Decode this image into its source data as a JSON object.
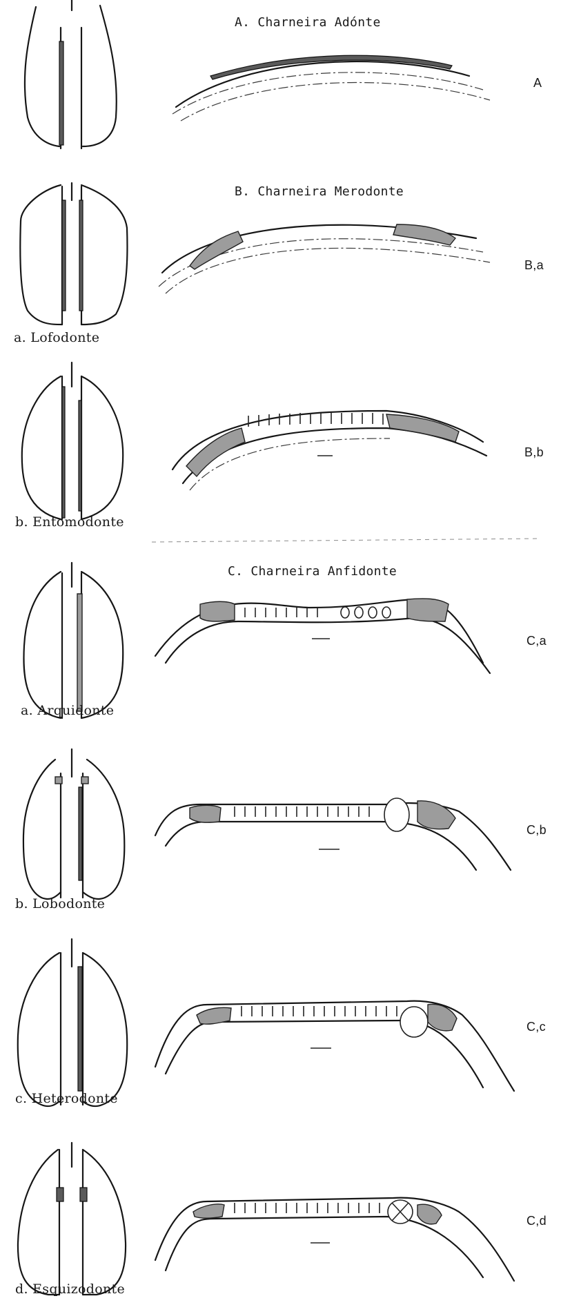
{
  "section_headers": {
    "A": "A. Charneira Adónte",
    "B": "B. Charneira Merodonte",
    "C": "C. Charneira Anfidonte"
  },
  "right_labels": [
    "A",
    "B,a",
    "B,b",
    "C,a",
    "C,b",
    "C,c",
    "C,d"
  ],
  "shell_captions": [
    "a. Lofodonte",
    "b. Entomodonte",
    "a. Arquidonte",
    "b. Lobodonte",
    "c. Heterodonte",
    "d. Esquizodonte"
  ],
  "colors": {
    "ink": "#161616",
    "paper": "#ffffff",
    "stipple": "#9c9c9c"
  },
  "icons": {
    "arrow": "arrow-right-icon",
    "umbo_arrow": "arrow-up-icon"
  }
}
